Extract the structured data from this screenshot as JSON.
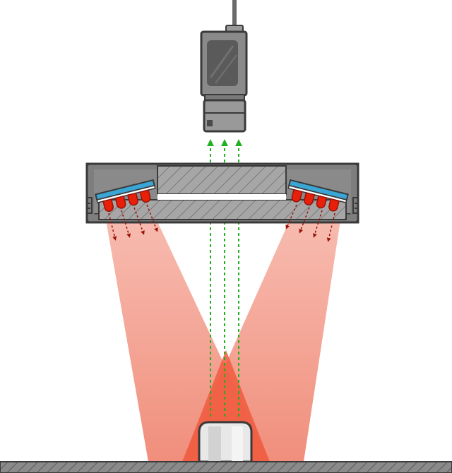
{
  "diagram": {
    "components": {
      "camera": "camera",
      "ring_light": "ring-light",
      "led_array_left": "led-array-left",
      "led_array_right": "led-array-right",
      "object": "inspected-object",
      "base": "base-plate"
    },
    "colors": {
      "body_gray": "#808080",
      "body_dark": "#4d4d4d",
      "outline": "#3a3a3a",
      "led_red": "#e8200a",
      "led_dark_red": "#9a1208",
      "diffuser_blue": "#3aa6d6",
      "light_cone": "#ef6b55",
      "reflection_green": "#22b022",
      "object_light": "#e8e8e8"
    },
    "counts": {
      "leds_per_side": 4,
      "reflection_rays": 3
    }
  }
}
